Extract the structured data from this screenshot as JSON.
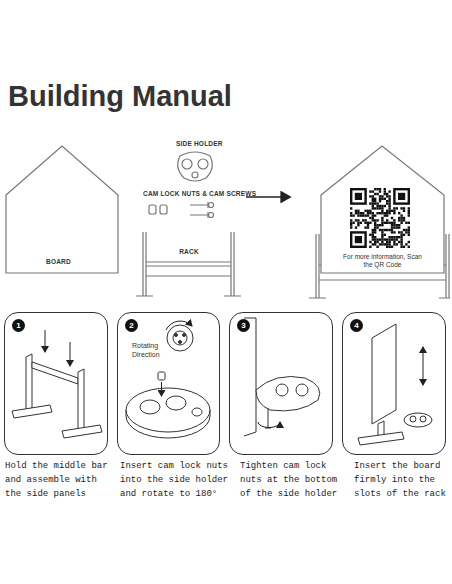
{
  "diagram": {
    "title": "Building Manual",
    "nodes": [
      {
        "text": [
          "BOARD"
        ]
      },
      {
        "text": [
          "RACK"
        ]
      },
      {
        "text": [
          "For more information, Scan the QR Code"
        ]
      },
      {
        "text": [
          "1",
          "Hold the middle bar and assemble with the side panels"
        ]
      },
      {
        "text": [
          "2",
          "Rotating Direction",
          "Insert cam lock nuts into the side holder and rotate to 180°"
        ]
      },
      {
        "text": [
          "3",
          "Tighten cam lock nuts at the bottom of the side holder"
        ]
      },
      {
        "text": [
          "4",
          "Insert the board firmly into the slots of the rack"
        ]
      }
    ],
    "labels": [
      "SIDE HOLDER",
      "CAM LOCK NUTS & CAM SCREWS"
    ]
  }
}
